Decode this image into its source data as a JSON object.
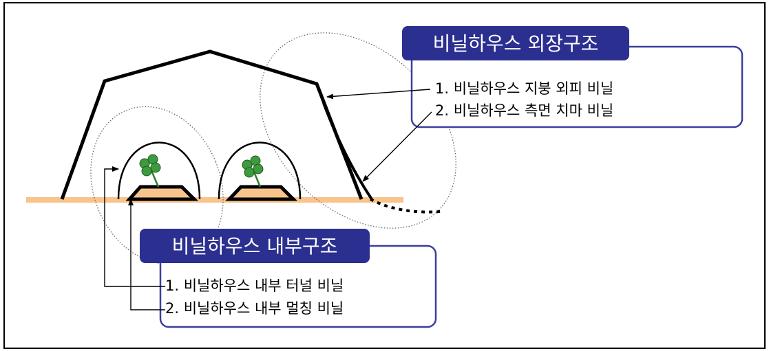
{
  "outer_structure": {
    "title": "비닐하우스 외장구조",
    "items": [
      "1. 비닐하우스 지붕 외피 비닐",
      "2. 비닐하우스 측면 치마 비닐"
    ]
  },
  "inner_structure": {
    "title": "비닐하우스 내부구조",
    "items": [
      "1. 비닐하우스 내부 터널 비닐",
      "2. 비닐하우스 내부 멀칭 비닐"
    ]
  },
  "colors": {
    "title_box": "#2b2f8f",
    "callout_border": "#3b3f9e",
    "ground": "#f9c48c",
    "plant": "#3d9a3d"
  },
  "icons": [
    "clover-plant-icon",
    "clover-plant-icon"
  ]
}
